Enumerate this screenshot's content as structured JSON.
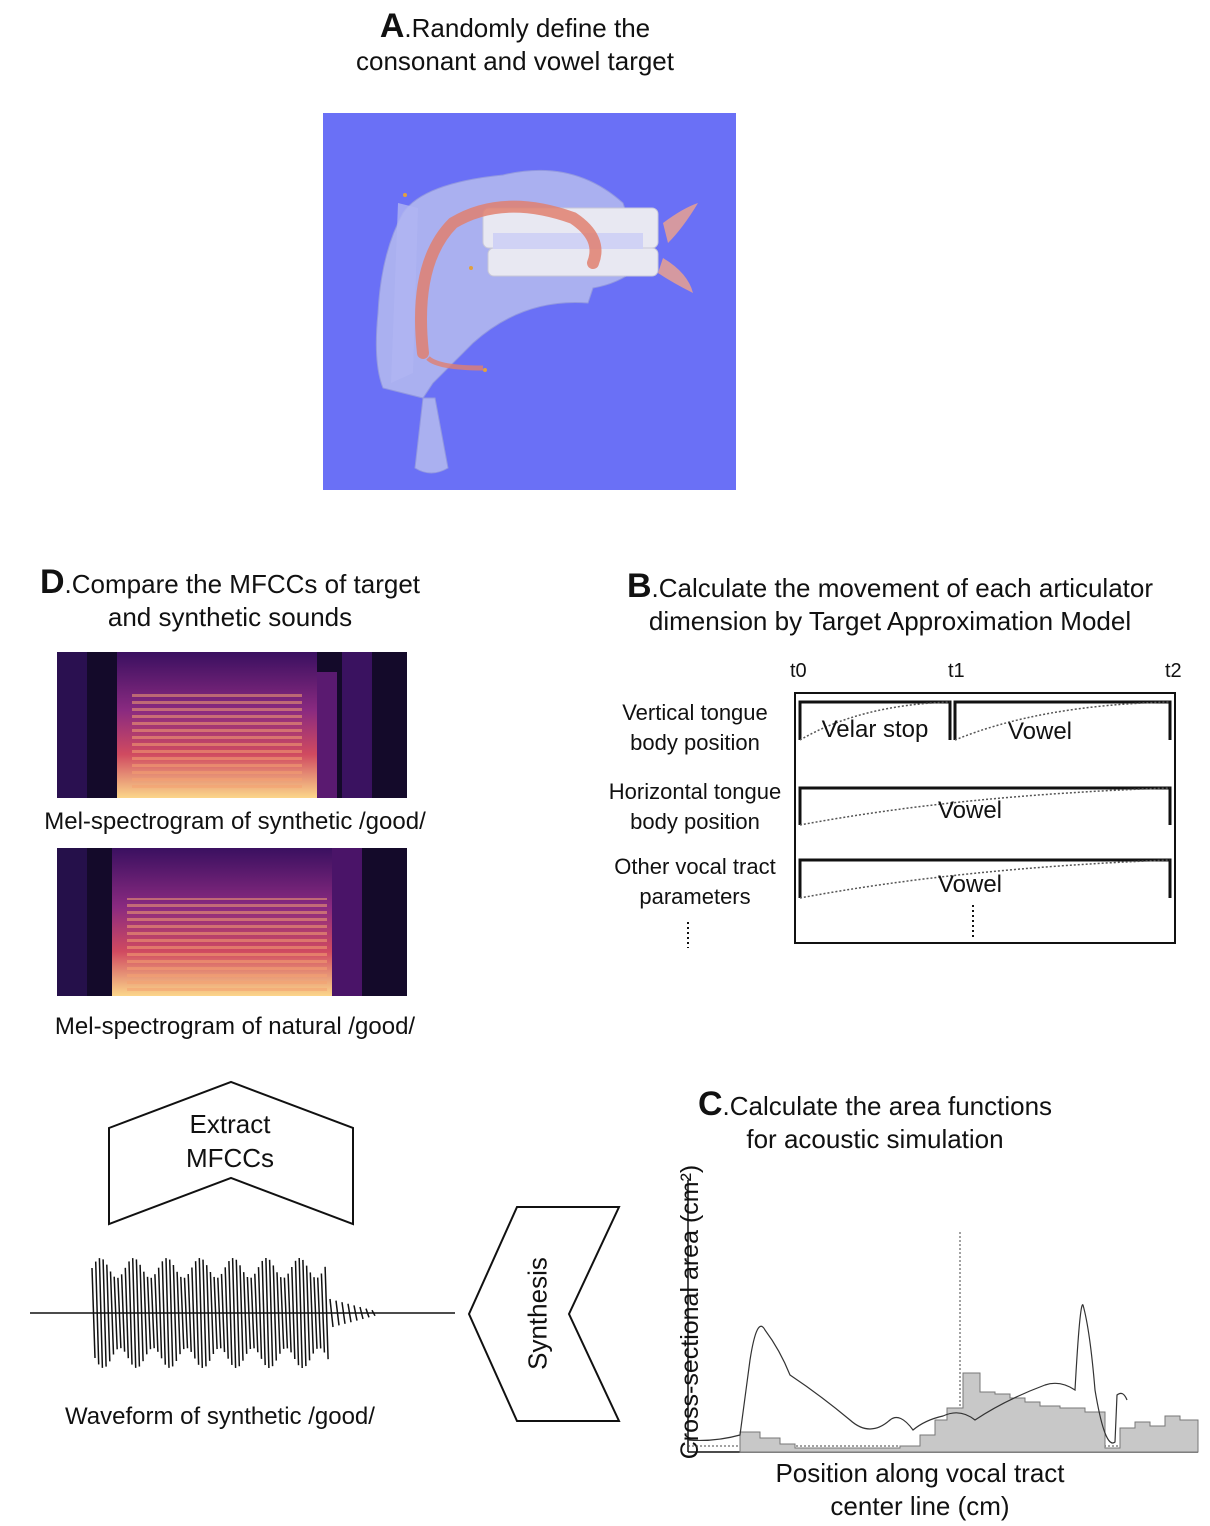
{
  "panelA": {
    "letter": "A",
    "title_line1": ".Randomly define the",
    "title_line2": "consonant and vowel target"
  },
  "panelD": {
    "letter": "D",
    "title_line1": ".Compare the MFCCs of target",
    "title_line2": "and synthetic sounds",
    "spec1_caption": "Mel-spectrogram of synthetic /good/",
    "spec2_caption": "Mel-spectrogram of natural /good/"
  },
  "panelB": {
    "letter": "B",
    "title_line1": ".Calculate the movement of each articulator",
    "title_line2": "dimension by Target Approximation Model",
    "times": [
      "t0",
      "t1",
      "t2"
    ],
    "rows": [
      {
        "label_line1": "Vertical tongue",
        "label_line2": "body position",
        "seg1": "Velar stop",
        "seg2": "Vowel"
      },
      {
        "label_line1": "Horizontal tongue",
        "label_line2": "body position",
        "seg1": "Vowel"
      },
      {
        "label_line1": "Other vocal tract",
        "label_line2": "parameters",
        "seg1": "Vowel"
      }
    ]
  },
  "panelC": {
    "letter": "C",
    "title_line1": ".Calculate the area functions",
    "title_line2": "for acoustic simulation",
    "ylabel": "Cross-sectional area (cm²)",
    "xlabel_line1": "Position along vocal tract",
    "xlabel_line2": "center line (cm)"
  },
  "extract": {
    "line1": "Extract",
    "line2": "MFCCs"
  },
  "synthesis": {
    "label": "Synthesis"
  },
  "waveform": {
    "caption": "Waveform of synthetic /good/"
  },
  "colors": {
    "model_bg": "#6a70f6",
    "tract": "#a9aef0",
    "tongue": "#e08070",
    "bar_fill": "#c8c8c8"
  }
}
